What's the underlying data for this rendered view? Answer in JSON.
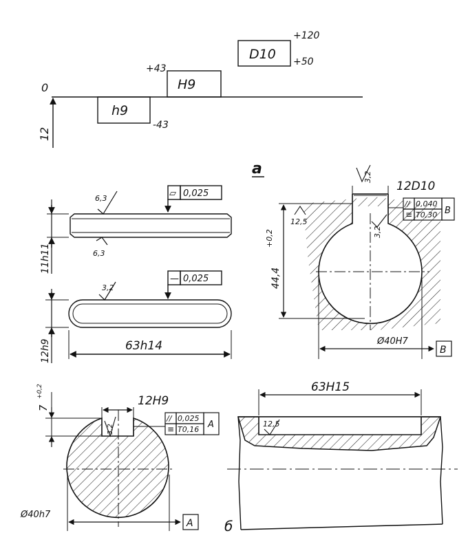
{
  "tolerance_scheme": {
    "zero": "0",
    "shaft_field": "h9",
    "shaft_lower": "-43",
    "hole_field": "H9",
    "hole_upper": "+43",
    "hub_field": "D10",
    "hub_upper": "+120",
    "hub_lower": "+50",
    "nominal": "12"
  },
  "label_a": "а",
  "label_b": "б",
  "key_side": {
    "height_dim": "11h11",
    "rough_top": "6,3",
    "rough_bottom": "6,3",
    "fcf_symbol": "▱",
    "fcf_value": "0,025"
  },
  "key_top": {
    "width_dim": "12h9",
    "length_dim": "63h14",
    "roughness": "3,2",
    "fcf_symbol": "—",
    "fcf_value": "0,025"
  },
  "hub": {
    "slot_dim": "12D10",
    "depth_dim": "44,4",
    "depth_tol": "+0,2",
    "rough_bore": "12,5",
    "rough_slot_top": "3,2",
    "rough_slot_side": "3,2",
    "bore_dim": "Ø40H7",
    "datum": "B",
    "fcf_parallel_symbol": "//",
    "fcf_parallel_value": "0,040",
    "fcf_sym_symbol": "≡",
    "fcf_sym_value": "T0,30"
  },
  "shaft": {
    "slot_dim": "12H9",
    "depth_dim": "7",
    "depth_tol": "+0,2",
    "roughness": "3,2",
    "diameter_dim": "Ø40h7",
    "datum": "A",
    "fcf_parallel_symbol": "//",
    "fcf_parallel_value": "0,025",
    "fcf_sym_symbol": "≡",
    "fcf_sym_value": "T0,16"
  },
  "shaft_side": {
    "length_dim": "63H15",
    "roughness": "12,5"
  }
}
